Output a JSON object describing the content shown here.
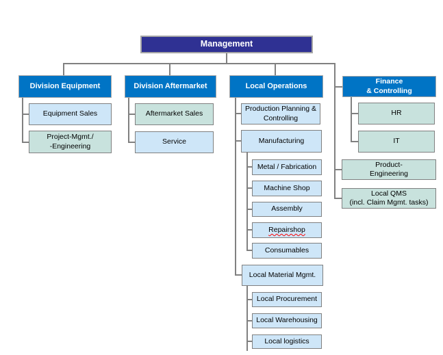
{
  "colors": {
    "management_fill": "#2F3193",
    "header_fill": "#0074C5",
    "header_border": "#A6A6A6",
    "light_blue": "#CEE6F8",
    "teal": "#C8E2DD",
    "box_border": "#7F7F7F",
    "line": "#808080",
    "squiggle": "#FF0000"
  },
  "org_chart": {
    "root": "Management",
    "branches": [
      {
        "header": "Division Equipment",
        "children": [
          {
            "label": "Equipment Sales"
          },
          {
            "label": "Project-Mgmt./\n-Engineering"
          }
        ]
      },
      {
        "header": "Division Aftermarket",
        "children": [
          {
            "label": "Aftermarket Sales"
          },
          {
            "label": "Service"
          }
        ]
      },
      {
        "header": "Local Operations",
        "children": [
          {
            "label": "Production Planning &\nControlling"
          },
          {
            "label": "Manufacturing",
            "children": [
              "Metal / Fabrication",
              "Machine Shop",
              "Assembly",
              "Repairshop",
              "Consumables"
            ]
          },
          {
            "label": "Local Material Mgmt.",
            "children": [
              "Local Procurement",
              "Local Warehousing",
              "Local logistics"
            ]
          }
        ]
      },
      {
        "header": "Finance\n& Controlling",
        "children": [
          {
            "label": "HR"
          },
          {
            "label": "IT"
          }
        ],
        "adjacent": [
          {
            "label": "Product-\nEngineering"
          },
          {
            "label": "Local QMS\n(incl. Claim Mgmt. tasks)"
          }
        ]
      }
    ]
  }
}
